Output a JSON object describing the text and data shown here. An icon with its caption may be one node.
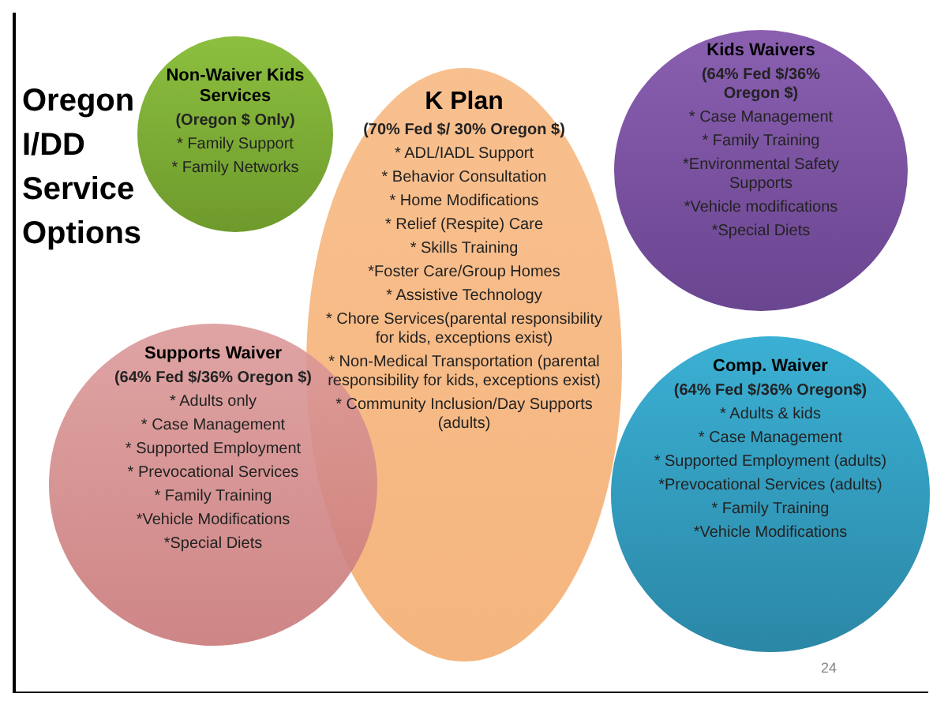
{
  "diagram": {
    "title": "Oregon I/DD Service Options",
    "nodes": [
      {
        "text": [
          "Non-Waiver Kids Services",
          "(Oregon $ Only)",
          "* Family Support",
          "* Family Networks"
        ]
      },
      {
        "text": [
          "K Plan",
          "(70% Fed $/ 30% Oregon $)",
          "* ADL/IADL Support",
          "* Behavior Consultation",
          "* Home Modifications",
          "* Relief (Respite) Care",
          "* Skills Training",
          "*Foster Care/Group Homes",
          "* Assistive Technology",
          "* Chore Services(parental responsibility for kids, exceptions exist)",
          "* Non-Medical Transportation (parental responsibility for kids, exceptions exist)",
          "* Community Inclusion/Day Supports (adults)"
        ]
      },
      {
        "text": [
          "Kids Waivers",
          "(64% Fed $/36% Oregon $)",
          "* Case Management",
          "* Family Training",
          "*Environmental Safety Supports",
          "*Vehicle modifications",
          "*Special Diets"
        ]
      },
      {
        "text": [
          "Supports Waiver",
          "(64% Fed $/36% Oregon $)",
          "* Adults only",
          "* Case Management",
          "* Supported Employment",
          "* Prevocational Services",
          "* Family Training",
          "*Vehicle Modifications",
          "*Special Diets"
        ]
      },
      {
        "text": [
          "Comp. Waiver",
          "(64% Fed $/36% Oregon$)",
          "* Adults & kids",
          "* Case Management",
          "* Supported Employment (adults)",
          "*Prevocational Services (adults)",
          "* Family Training",
          "*Vehicle Modifications"
        ]
      }
    ],
    "labels": [
      "24"
    ]
  }
}
